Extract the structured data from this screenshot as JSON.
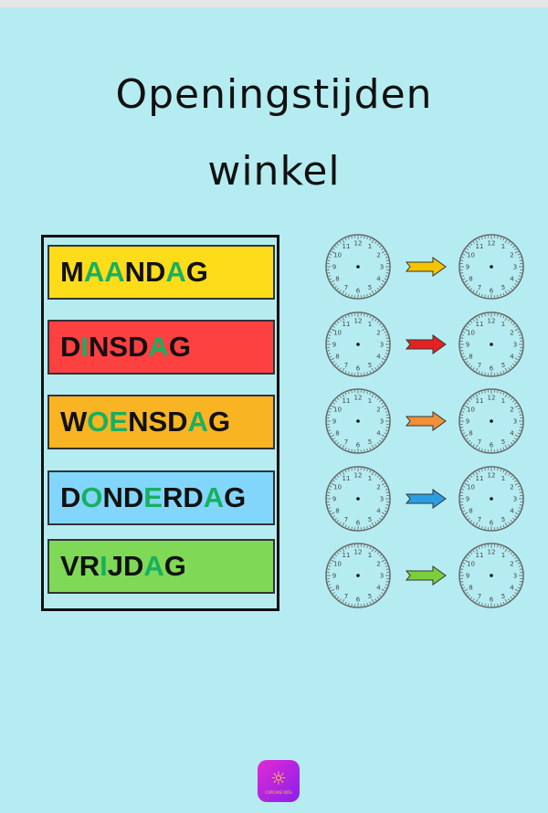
{
  "title": {
    "line1": "Openingstijden",
    "line2": "winkel"
  },
  "days": [
    {
      "name": "MAANDAG",
      "color": "#fddc1a",
      "arrow": "#f5c400",
      "letters": [
        [
          "M",
          0
        ],
        [
          "A",
          1
        ],
        [
          "A",
          1
        ],
        [
          "N",
          0
        ],
        [
          "D",
          0
        ],
        [
          "A",
          1
        ],
        [
          "G",
          0
        ]
      ]
    },
    {
      "name": "DINSDAG",
      "color": "#fd4040",
      "arrow": "#e52222",
      "letters": [
        [
          "D",
          0
        ],
        [
          "I",
          1
        ],
        [
          "N",
          0
        ],
        [
          "S",
          0
        ],
        [
          "D",
          0
        ],
        [
          "A",
          1
        ],
        [
          "G",
          0
        ]
      ]
    },
    {
      "name": "WOENSDAG",
      "color": "#f8b422",
      "arrow": "#f0903a",
      "letters": [
        [
          "W",
          0
        ],
        [
          "O",
          1
        ],
        [
          "E",
          1
        ],
        [
          "N",
          0
        ],
        [
          "S",
          0
        ],
        [
          "D",
          0
        ],
        [
          "A",
          1
        ],
        [
          "G",
          0
        ]
      ]
    },
    {
      "name": "DONDERDAG",
      "color": "#82d6fb",
      "arrow": "#2a9ee0",
      "letters": [
        [
          "D",
          0
        ],
        [
          "O",
          1
        ],
        [
          "N",
          0
        ],
        [
          "D",
          0
        ],
        [
          "E",
          1
        ],
        [
          "R",
          0
        ],
        [
          "D",
          0
        ],
        [
          "A",
          1
        ],
        [
          "G",
          0
        ]
      ]
    },
    {
      "name": "VRIJDAG",
      "color": "#7fd957",
      "arrow": "#7ccf3a",
      "letters": [
        [
          "V",
          0
        ],
        [
          "R",
          0
        ],
        [
          "I",
          1
        ],
        [
          "J",
          0
        ],
        [
          "D",
          0
        ],
        [
          "A",
          1
        ],
        [
          "G",
          0
        ]
      ]
    }
  ],
  "clock_numbers": [
    "12",
    "1",
    "2",
    "3",
    "4",
    "5",
    "6",
    "7",
    "8",
    "9",
    "10",
    "11"
  ],
  "logo": {
    "text": "CUPCAKE KIDS"
  }
}
